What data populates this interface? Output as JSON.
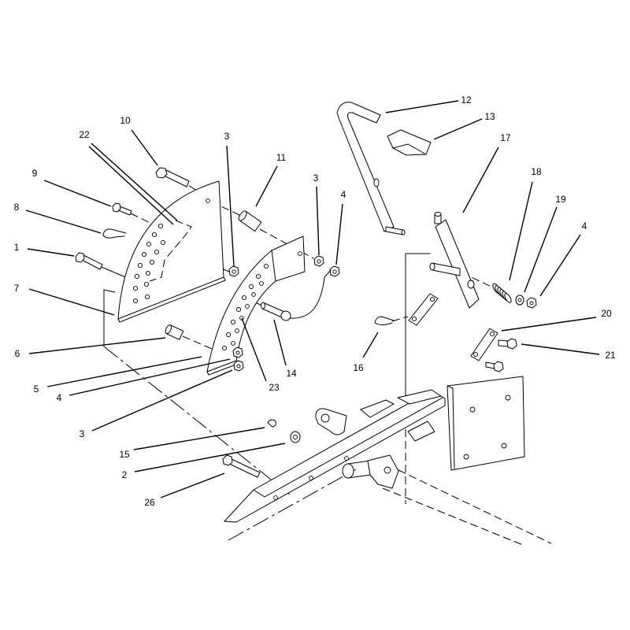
{
  "colors": {
    "line": "#000000",
    "background": "#ffffff"
  },
  "callouts": [
    "12",
    "13",
    "10",
    "22",
    "17",
    "3",
    "11",
    "3",
    "4",
    "18",
    "19",
    "9",
    "8",
    "4",
    "1",
    "7",
    "20",
    "6",
    "21",
    "16",
    "14",
    "5",
    "23",
    "4",
    "3",
    "15",
    "2",
    "26"
  ]
}
